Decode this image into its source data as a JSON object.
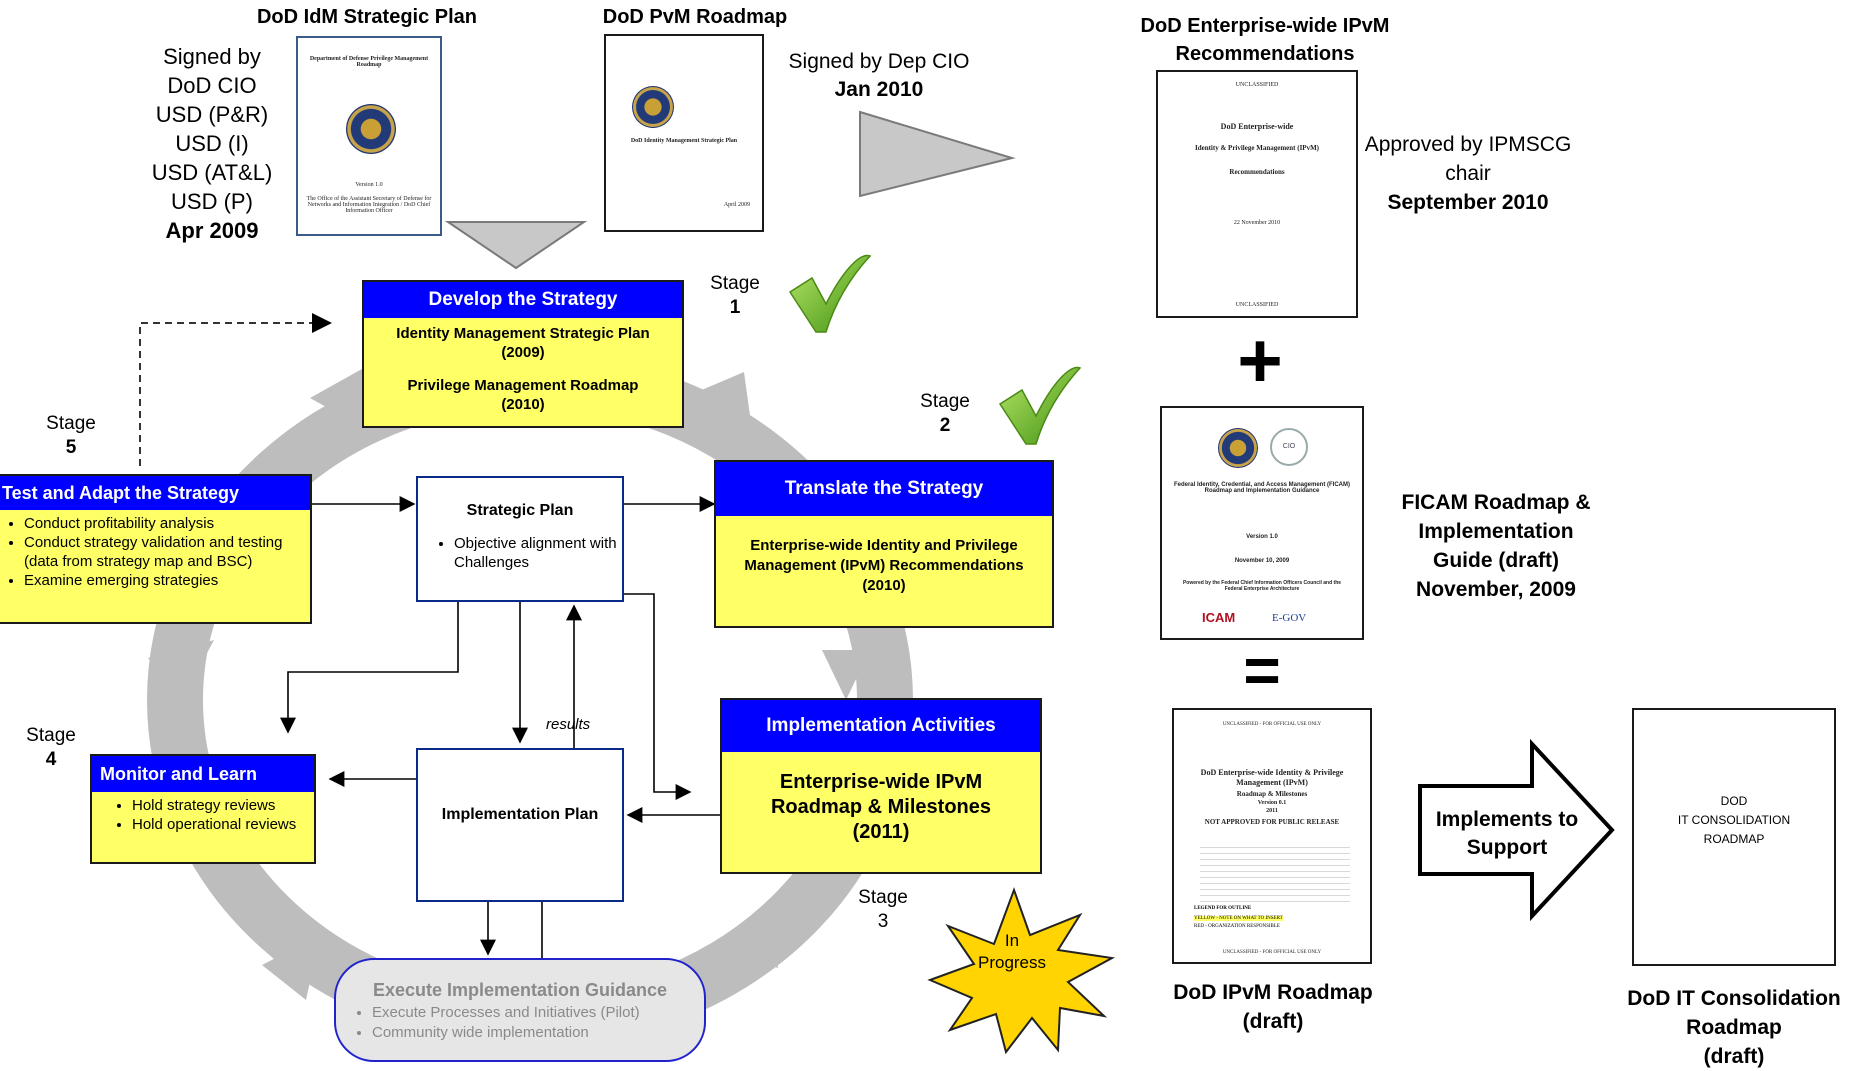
{
  "top": {
    "idm_plan": {
      "title": "DoD IdM Strategic Plan",
      "signers": [
        "Signed by",
        "DoD CIO",
        "USD (P&R)",
        "USD (I)",
        "USD (AT&L)",
        "USD (P)"
      ],
      "date": "Apr 2009",
      "doc_title": "Department of Defense Privilege Management Roadmap",
      "doc_version": "Version 1.0",
      "doc_footer": "The Office of the Assistant Secretary of Defense for Networks and Information Integration / DoD Chief Information Officer"
    },
    "pvm_roadmap": {
      "title": "DoD PvM Roadmap",
      "signed": "Signed by Dep CIO",
      "date": "Jan 2010",
      "doc_title": "DoD Identity Management Strategic Plan",
      "doc_date": "April 2009"
    },
    "ipvm_recs": {
      "title": "DoD Enterprise-wide IPvM Recommendations",
      "approved": "Approved by IPMSCG chair",
      "date": "September 2010",
      "doc_class": "UNCLASSIFIED",
      "doc_l1": "DoD Enterprise-wide",
      "doc_l2": "Identity & Privilege Management (IPvM)",
      "doc_l3": "Recommendations",
      "doc_date": "22 November 2010"
    }
  },
  "stages": {
    "s1": {
      "label": "Stage",
      "num": "1",
      "header": "Develop the Strategy",
      "line1": "Identity Management Strategic Plan",
      "line1b": "(2009)",
      "line2": "Privilege Management Roadmap",
      "line2b": "(2010)"
    },
    "s2": {
      "label": "Stage",
      "num": "2",
      "header": "Translate the Strategy",
      "body": "Enterprise-wide Identity and Privilege Management (IPvM) Recommendations",
      "year": "(2010)"
    },
    "s3": {
      "label": "Stage",
      "num": "3",
      "header": "Implementation Activities",
      "body1": "Enterprise-wide IPvM",
      "body2": "Roadmap & Milestones",
      "year": "(2011)"
    },
    "s4": {
      "label": "Stage",
      "num": "4",
      "header": "Monitor and Learn",
      "items": [
        "Hold strategy reviews",
        "Hold operational reviews"
      ]
    },
    "s5": {
      "label": "Stage",
      "num": "5",
      "header": "Test and Adapt the Strategy",
      "items": [
        "Conduct profitability analysis",
        "Conduct strategy validation and testing (data from strategy map and BSC)",
        "Examine emerging strategies"
      ]
    }
  },
  "center": {
    "strategic_plan": {
      "title": "Strategic Plan",
      "item": "Objective alignment with Challenges"
    },
    "results": "results",
    "implementation_plan": "Implementation Plan",
    "execute": {
      "title": "Execute Implementation Guidance",
      "items": [
        "Execute Processes and Initiatives (Pilot)",
        "Community wide implementation"
      ]
    }
  },
  "in_progress": {
    "l1": "In",
    "l2": "Progress"
  },
  "right": {
    "plus": "+",
    "equals": "=",
    "ficam": {
      "l1": "FICAM Roadmap &",
      "l2": "Implementation",
      "l3": "Guide (draft)",
      "l4": "November, 2009",
      "doc_title": "Federal Identity, Credential, and Access Management (FICAM) Roadmap and Implementation Guidance",
      "doc_version": "Version 1.0",
      "doc_date": "November 10, 2009",
      "doc_footer": "Powered by the Federal Chief Information Officers Council and the Federal Enterprise Architecture",
      "logo1": "ICAM",
      "logo2": "E-GOV",
      "seal2": "CIO"
    },
    "ipvm_roadmap": {
      "l1": "DoD IPvM Roadmap",
      "l2": "(draft)",
      "doc_class": "UNCLASSIFIED - FOR OFFICIAL USE ONLY",
      "doc_l1": "DoD Enterprise-wide Identity & Privilege",
      "doc_l2": "Management (IPvM)",
      "doc_l3": "Roadmap & Milestones",
      "doc_l4": "Version 0.1",
      "doc_l5": "2011",
      "doc_l6": "NOT APPROVED FOR PUBLIC RELEASE",
      "legend": "LEGEND FOR OUTLINE",
      "yellow": "YELLOW - NOTE ON WHAT TO INSERT",
      "red": "RED - ORGANIZATION RESPONSIBLE"
    },
    "implements": {
      "l1": "Implements to",
      "l2": "Support"
    },
    "itc": {
      "l1": "DoD IT Consolidation",
      "l2": "Roadmap",
      "l3": "(draft)",
      "doc_l1": "DOD",
      "doc_l2": "IT CONSOLIDATION",
      "doc_l3": "ROADMAP"
    }
  },
  "colors": {
    "stage_header": "#0000ff",
    "stage_fill": "#ffff66",
    "cycle_arrow": "#bdbdbd",
    "check": "#6fbf1e",
    "burst": "#ffd400"
  }
}
